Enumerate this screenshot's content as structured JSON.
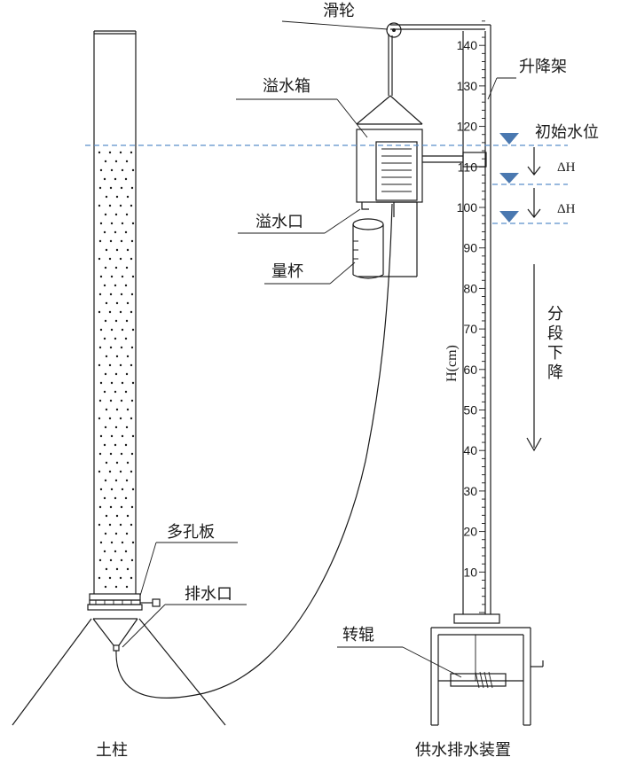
{
  "labels": {
    "pulley": "滑轮",
    "overflow_box": "溢水箱",
    "lift_frame": "升降架",
    "initial_level": "初始水位",
    "overflow_outlet": "溢水口",
    "measuring_cup": "量杯",
    "stage_descent": "分段下降",
    "perforated_plate": "多孔板",
    "drain_outlet": "排水口",
    "roller": "转辊",
    "soil_column": "土柱",
    "supply_drain_device": "供水排水装置"
  },
  "scale": {
    "axis_label": "H(cm)",
    "ticks": [
      "140",
      "130",
      "120",
      "110",
      "100",
      "90",
      "80",
      "70",
      "60",
      "50",
      "40",
      "30",
      "20",
      "10"
    ]
  },
  "delta_labels": [
    "ΔH",
    "ΔH"
  ],
  "colors": {
    "line": "#1a1a1a",
    "water_level_dash": "#5b8fc9",
    "water_marker": "#4a78b0"
  }
}
